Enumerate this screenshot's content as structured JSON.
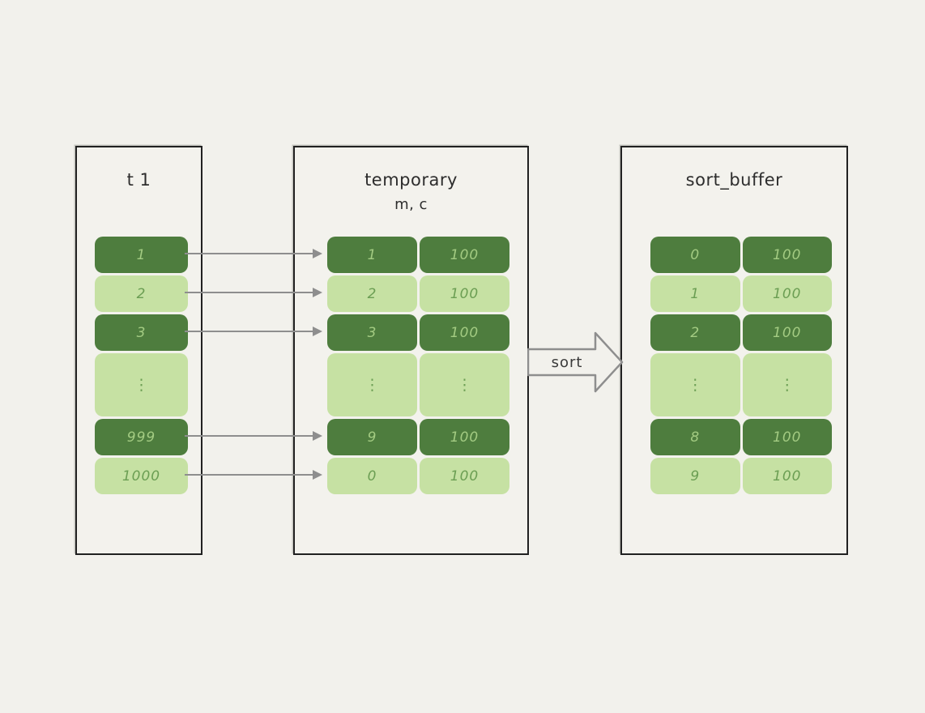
{
  "colors": {
    "background": "#f2f1ec",
    "box_border": "#212121",
    "dark_cell": "#4e7d3e",
    "light_cell": "#c6e1a3",
    "dark_cell_text": "#a3cb82",
    "light_cell_text": "#6b9e53",
    "arrow_gray": "#8e8e8e",
    "title_text": "#2d2d2d"
  },
  "diagram": {
    "tables": [
      {
        "id": "t1",
        "title": "t 1",
        "subtitle": "",
        "rows": [
          {
            "tone": "dark",
            "ellipsis": false,
            "cells": [
              "1"
            ]
          },
          {
            "tone": "light",
            "ellipsis": false,
            "cells": [
              "2"
            ]
          },
          {
            "tone": "dark",
            "ellipsis": false,
            "cells": [
              "3"
            ]
          },
          {
            "tone": "light",
            "ellipsis": true,
            "cells": [
              "⋮"
            ]
          },
          {
            "tone": "dark",
            "ellipsis": false,
            "cells": [
              "999"
            ]
          },
          {
            "tone": "light",
            "ellipsis": false,
            "cells": [
              "1000"
            ]
          }
        ]
      },
      {
        "id": "temporary",
        "title": "temporary",
        "subtitle": "m, c",
        "rows": [
          {
            "tone": "dark",
            "ellipsis": false,
            "cells": [
              "1",
              "100"
            ]
          },
          {
            "tone": "light",
            "ellipsis": false,
            "cells": [
              "2",
              "100"
            ]
          },
          {
            "tone": "dark",
            "ellipsis": false,
            "cells": [
              "3",
              "100"
            ]
          },
          {
            "tone": "light",
            "ellipsis": true,
            "cells": [
              "⋮",
              "⋮"
            ]
          },
          {
            "tone": "dark",
            "ellipsis": false,
            "cells": [
              "9",
              "100"
            ]
          },
          {
            "tone": "light",
            "ellipsis": false,
            "cells": [
              "0",
              "100"
            ]
          }
        ]
      },
      {
        "id": "sort_buffer",
        "title": "sort_buffer",
        "subtitle": "",
        "rows": [
          {
            "tone": "dark",
            "ellipsis": false,
            "cells": [
              "0",
              "100"
            ]
          },
          {
            "tone": "light",
            "ellipsis": false,
            "cells": [
              "1",
              "100"
            ]
          },
          {
            "tone": "dark",
            "ellipsis": false,
            "cells": [
              "2",
              "100"
            ]
          },
          {
            "tone": "light",
            "ellipsis": true,
            "cells": [
              "⋮",
              "⋮"
            ]
          },
          {
            "tone": "dark",
            "ellipsis": false,
            "cells": [
              "8",
              "100"
            ]
          },
          {
            "tone": "light",
            "ellipsis": false,
            "cells": [
              "9",
              "100"
            ]
          }
        ]
      }
    ],
    "row_arrows": [
      0,
      1,
      2,
      4,
      5
    ],
    "sort_arrow_label": "sort"
  }
}
